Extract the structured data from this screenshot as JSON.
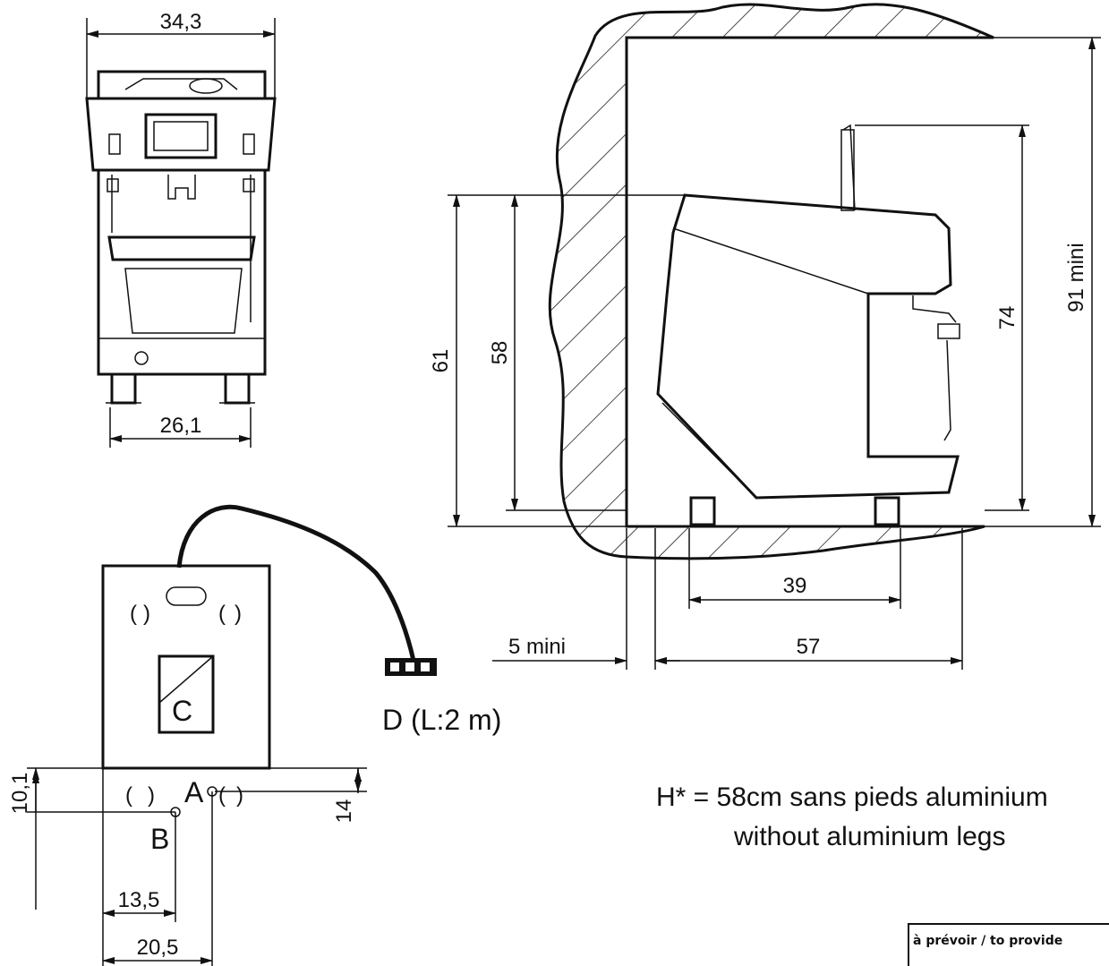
{
  "dimensions": {
    "front_width": "34,3",
    "front_feet_span": "26,1",
    "side_height_61": "61",
    "side_height_58": "58",
    "side_height_74": "74",
    "wall_height_min": "91  mini",
    "feet_span": "39",
    "depth": "57",
    "wall_gap_min": "5  mini",
    "offset_10_1": "10,1",
    "offset_13_5": "13,5",
    "offset_20_5": "20,5",
    "offset_14": "14"
  },
  "labels": {
    "point_a": "A",
    "point_b": "B",
    "point_c": "C",
    "cable": "D  (L:2 m)"
  },
  "notes": {
    "height_note_line1": "H* = 58cm sans pieds aluminium",
    "height_note_line2": "without aluminium legs"
  },
  "provide_box": {
    "title": "à prévoir / to provide"
  }
}
